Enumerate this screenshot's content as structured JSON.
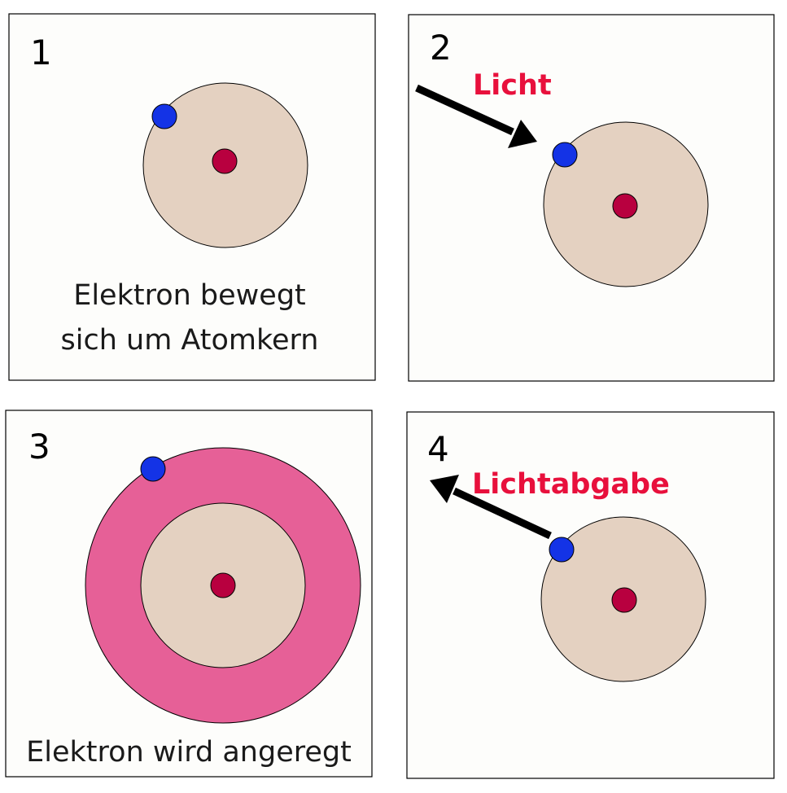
{
  "panels": [
    {
      "number": "1",
      "caption_lines": [
        "Elektron bewegt",
        "sich um Atomkern"
      ]
    },
    {
      "number": "2",
      "light_label": "Licht"
    },
    {
      "number": "3",
      "caption": "Elektron wird angeregt"
    },
    {
      "number": "4",
      "light_label": "Lichtabgabe"
    }
  ],
  "colors": {
    "panel_background": "#fdfdfb",
    "atom_shell": "#e4d1c1",
    "excited_shell": "#e66097",
    "nucleus": "#b8003f",
    "electron": "#1433e6",
    "light_label": "#e8103c",
    "arrow": "#000000"
  }
}
